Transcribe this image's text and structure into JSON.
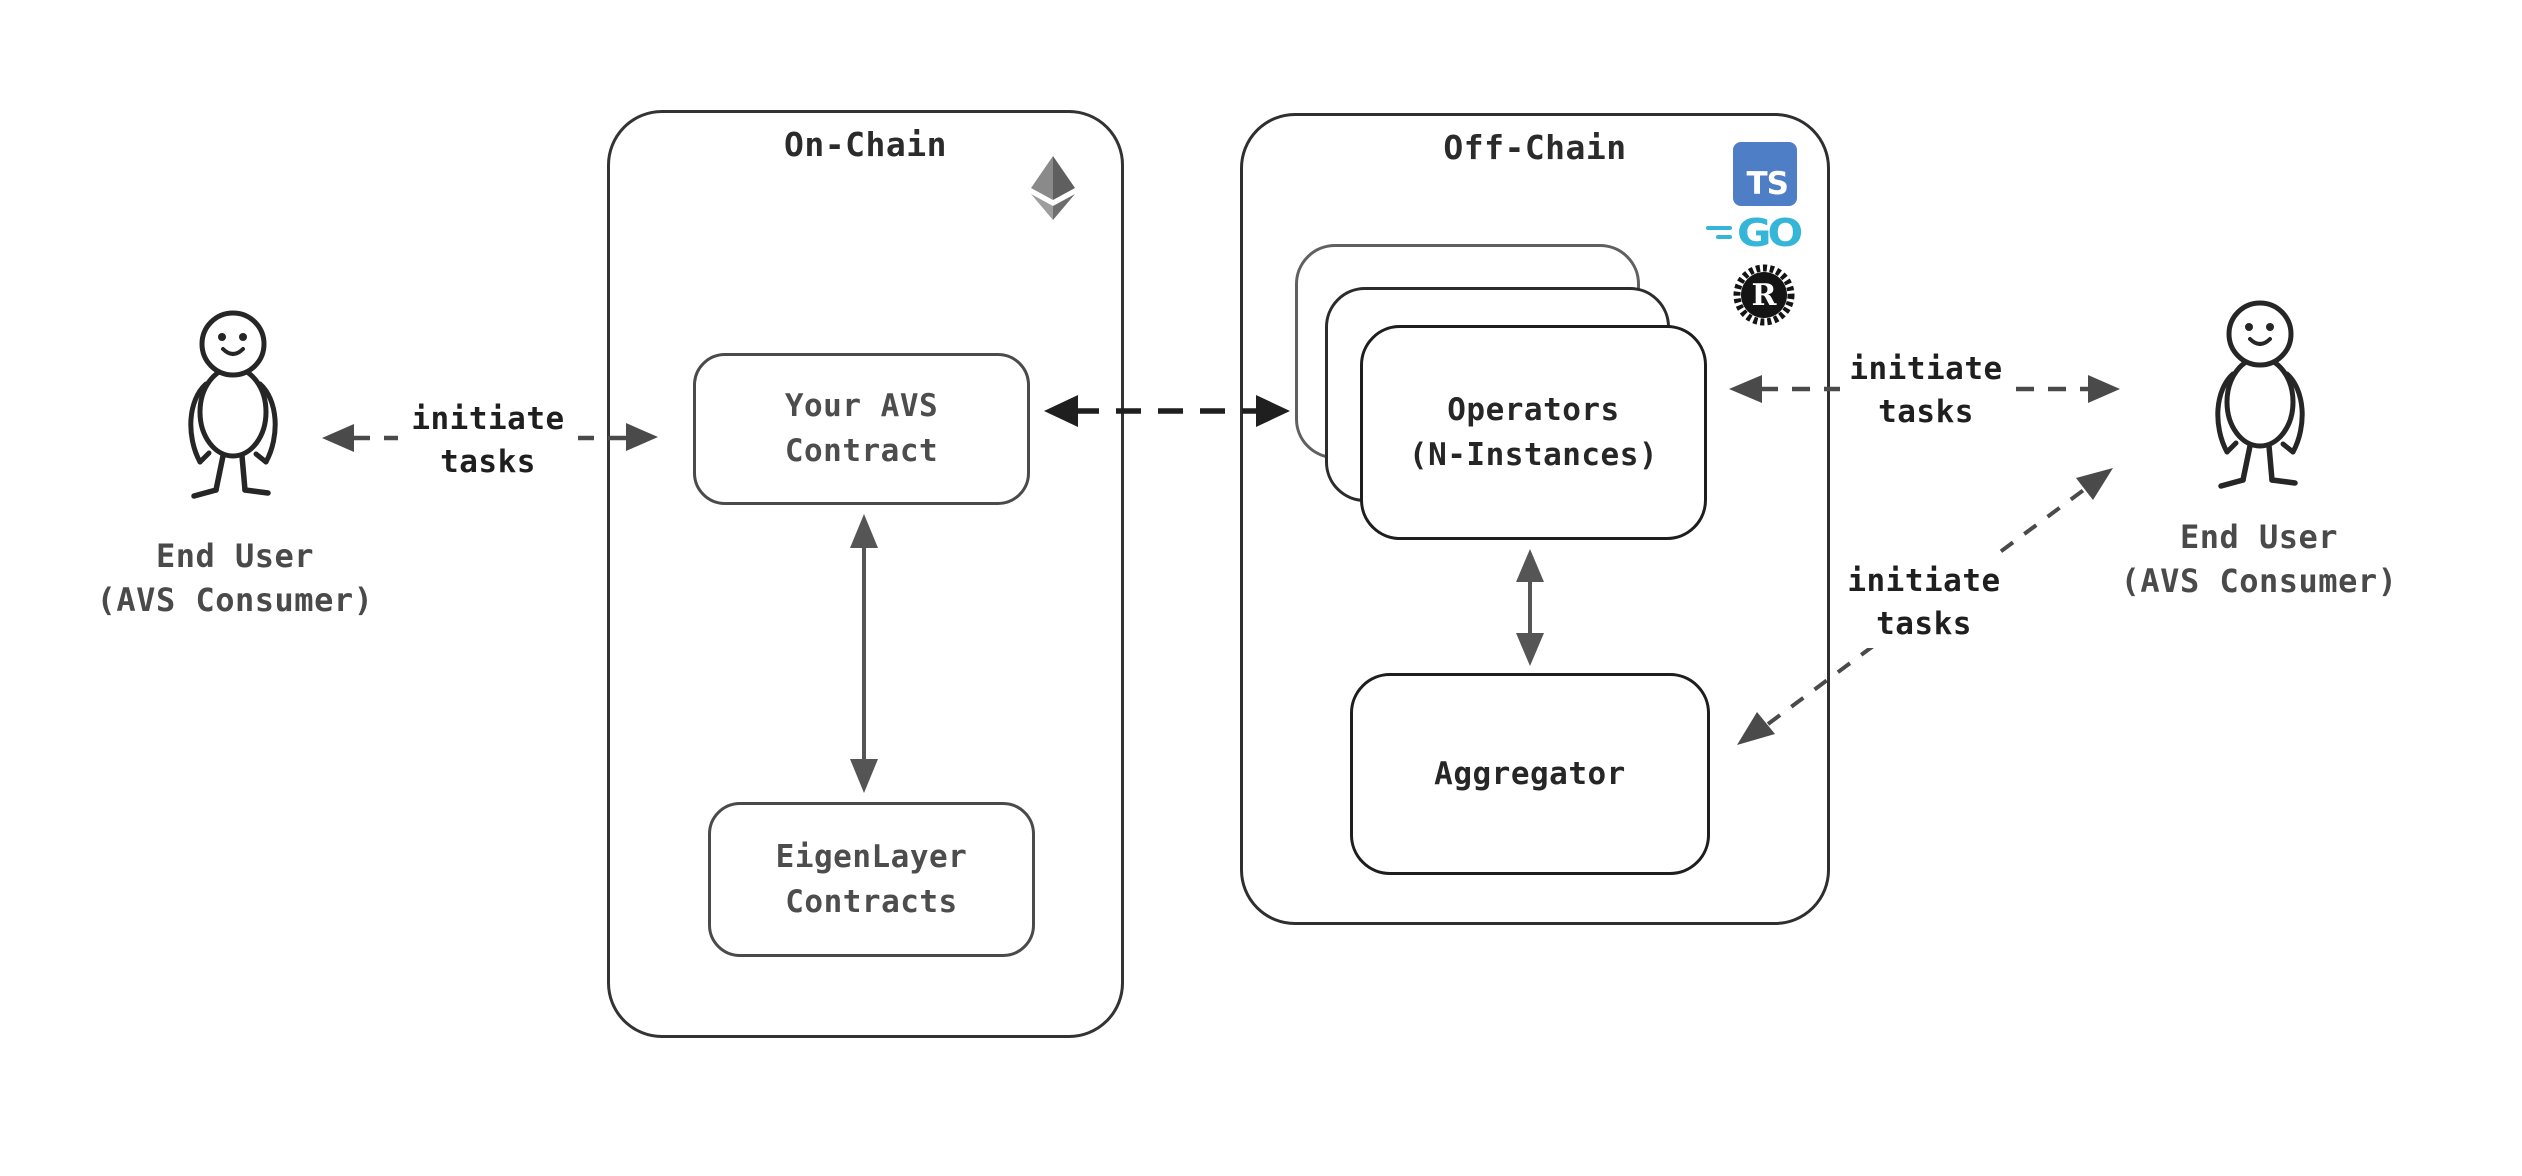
{
  "diagram": {
    "left_user": {
      "line1": "End User",
      "line2": "(AVS Consumer)"
    },
    "right_user": {
      "line1": "End User",
      "line2": "(AVS Consumer)"
    },
    "on_chain": {
      "title": "On-Chain",
      "avs_box": {
        "line1": "Your AVS",
        "line2": "Contract"
      },
      "eigen_box": {
        "line1": "EigenLayer",
        "line2": "Contracts"
      }
    },
    "off_chain": {
      "title": "Off-Chain",
      "operators_box": {
        "line1": "Operators",
        "line2": "(N-Instances)"
      },
      "aggregator_box": {
        "label": "Aggregator"
      }
    },
    "arrow_labels": {
      "left_arrow": {
        "line1": "initiate",
        "line2": "tasks"
      },
      "right_arrow": {
        "line1": "initiate",
        "line2": "tasks"
      },
      "diagonal_arrow": {
        "line1": "initiate",
        "line2": "tasks"
      }
    },
    "logos": {
      "ethereum": {
        "name": "ethereum-logo"
      },
      "typescript": {
        "text": "TS",
        "color": "#4E7EC5"
      },
      "go": {
        "text": "GO",
        "color": "#35B5D8"
      },
      "rust": {
        "text": "R",
        "color": "#141414"
      }
    },
    "colors": {
      "background": "#FFFFFF",
      "container_border": "#333333",
      "box_border": "#4A4A4A",
      "dark_arrow": "#1F1F1F",
      "gray_arrow": "#4A4A4A",
      "text_dark": "#262626",
      "text_gray": "#4D4D4D"
    }
  }
}
